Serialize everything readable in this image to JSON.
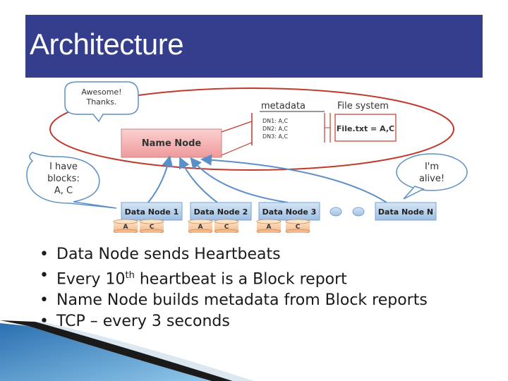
{
  "slide": {
    "title": "Architecture"
  },
  "diagram": {
    "bubbles": {
      "awesome": [
        "Awesome!",
        "Thanks."
      ],
      "have_blocks": [
        "I have",
        "blocks:",
        "A, C"
      ],
      "alive": [
        "I'm",
        "alive!"
      ]
    },
    "name_node": "Name Node",
    "metadata_label": "metadata",
    "metadata_lines": [
      "DN1: A,C",
      "DN2: A,C",
      "DN3: A,C"
    ],
    "fs_label": "File system",
    "fs_entry": "File.txt = A,C",
    "data_nodes": [
      {
        "label": "Data Node 1",
        "blocks": [
          "A",
          "C"
        ]
      },
      {
        "label": "Data Node 2",
        "blocks": [
          "A",
          "C"
        ]
      },
      {
        "label": "Data Node 3",
        "blocks": [
          "A",
          "C"
        ]
      },
      {
        "label": "Data Node N",
        "blocks": []
      }
    ]
  },
  "bullets": {
    "b1": "Data Node sends Heartbeats",
    "b2_pre": "Every 10",
    "b2_sup": "th",
    "b2_post": " heartbeat is a Block report",
    "b3": "Name Node builds metadata from Block reports",
    "b4": "TCP – every 3 seconds"
  },
  "colors": {
    "title_bar": "#343e8c",
    "name_node_fill": "#f4a7a7",
    "data_node_fill": "#aecbe8",
    "ellipse": "#c0392b",
    "arrow": "#5b8fc7"
  }
}
